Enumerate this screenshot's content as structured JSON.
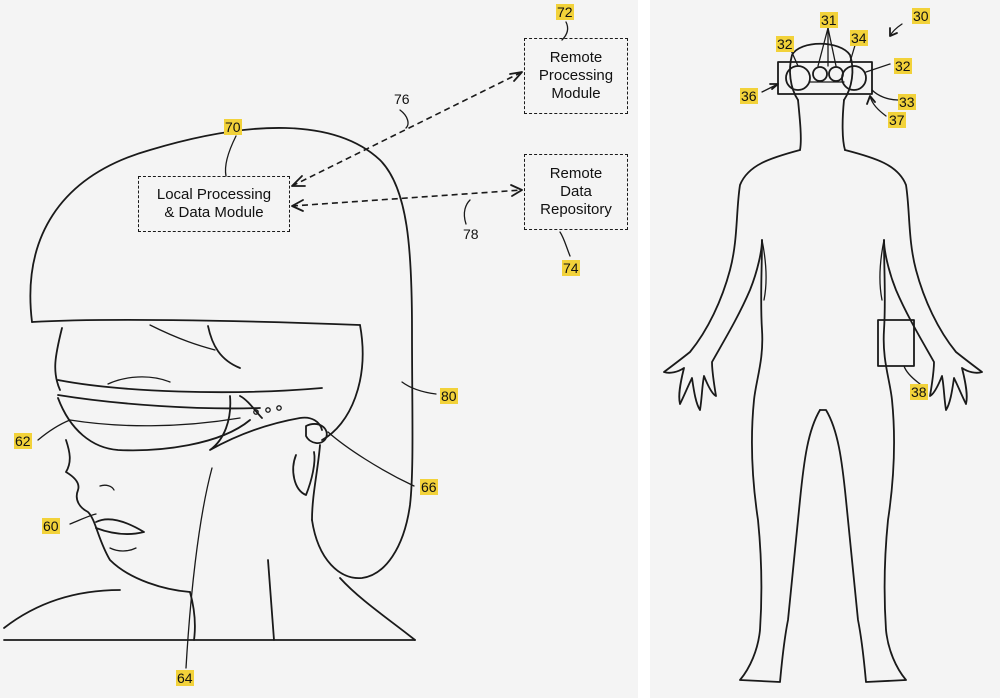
{
  "left_figure": {
    "boxes": {
      "local": "Local Processing\n& Data Module",
      "remote_processing": "Remote\nProcessing\nModule",
      "remote_repository": "Remote\nData\nRepository"
    },
    "refs": {
      "r70": "70",
      "r72": "72",
      "r74": "74",
      "r76": "76",
      "r78": "78",
      "r80": "80",
      "r62": "62",
      "r60": "60",
      "r66": "66",
      "r64": "64"
    }
  },
  "right_figure": {
    "refs": {
      "r30": "30",
      "r31": "31",
      "r32a": "32",
      "r34": "34",
      "r32b": "32",
      "r36": "36",
      "r33": "33",
      "r37": "37",
      "r38": "38"
    }
  },
  "colors": {
    "highlight": "#f2d23a",
    "line": "#1a1a1a",
    "panel": "#f4f4f4"
  }
}
